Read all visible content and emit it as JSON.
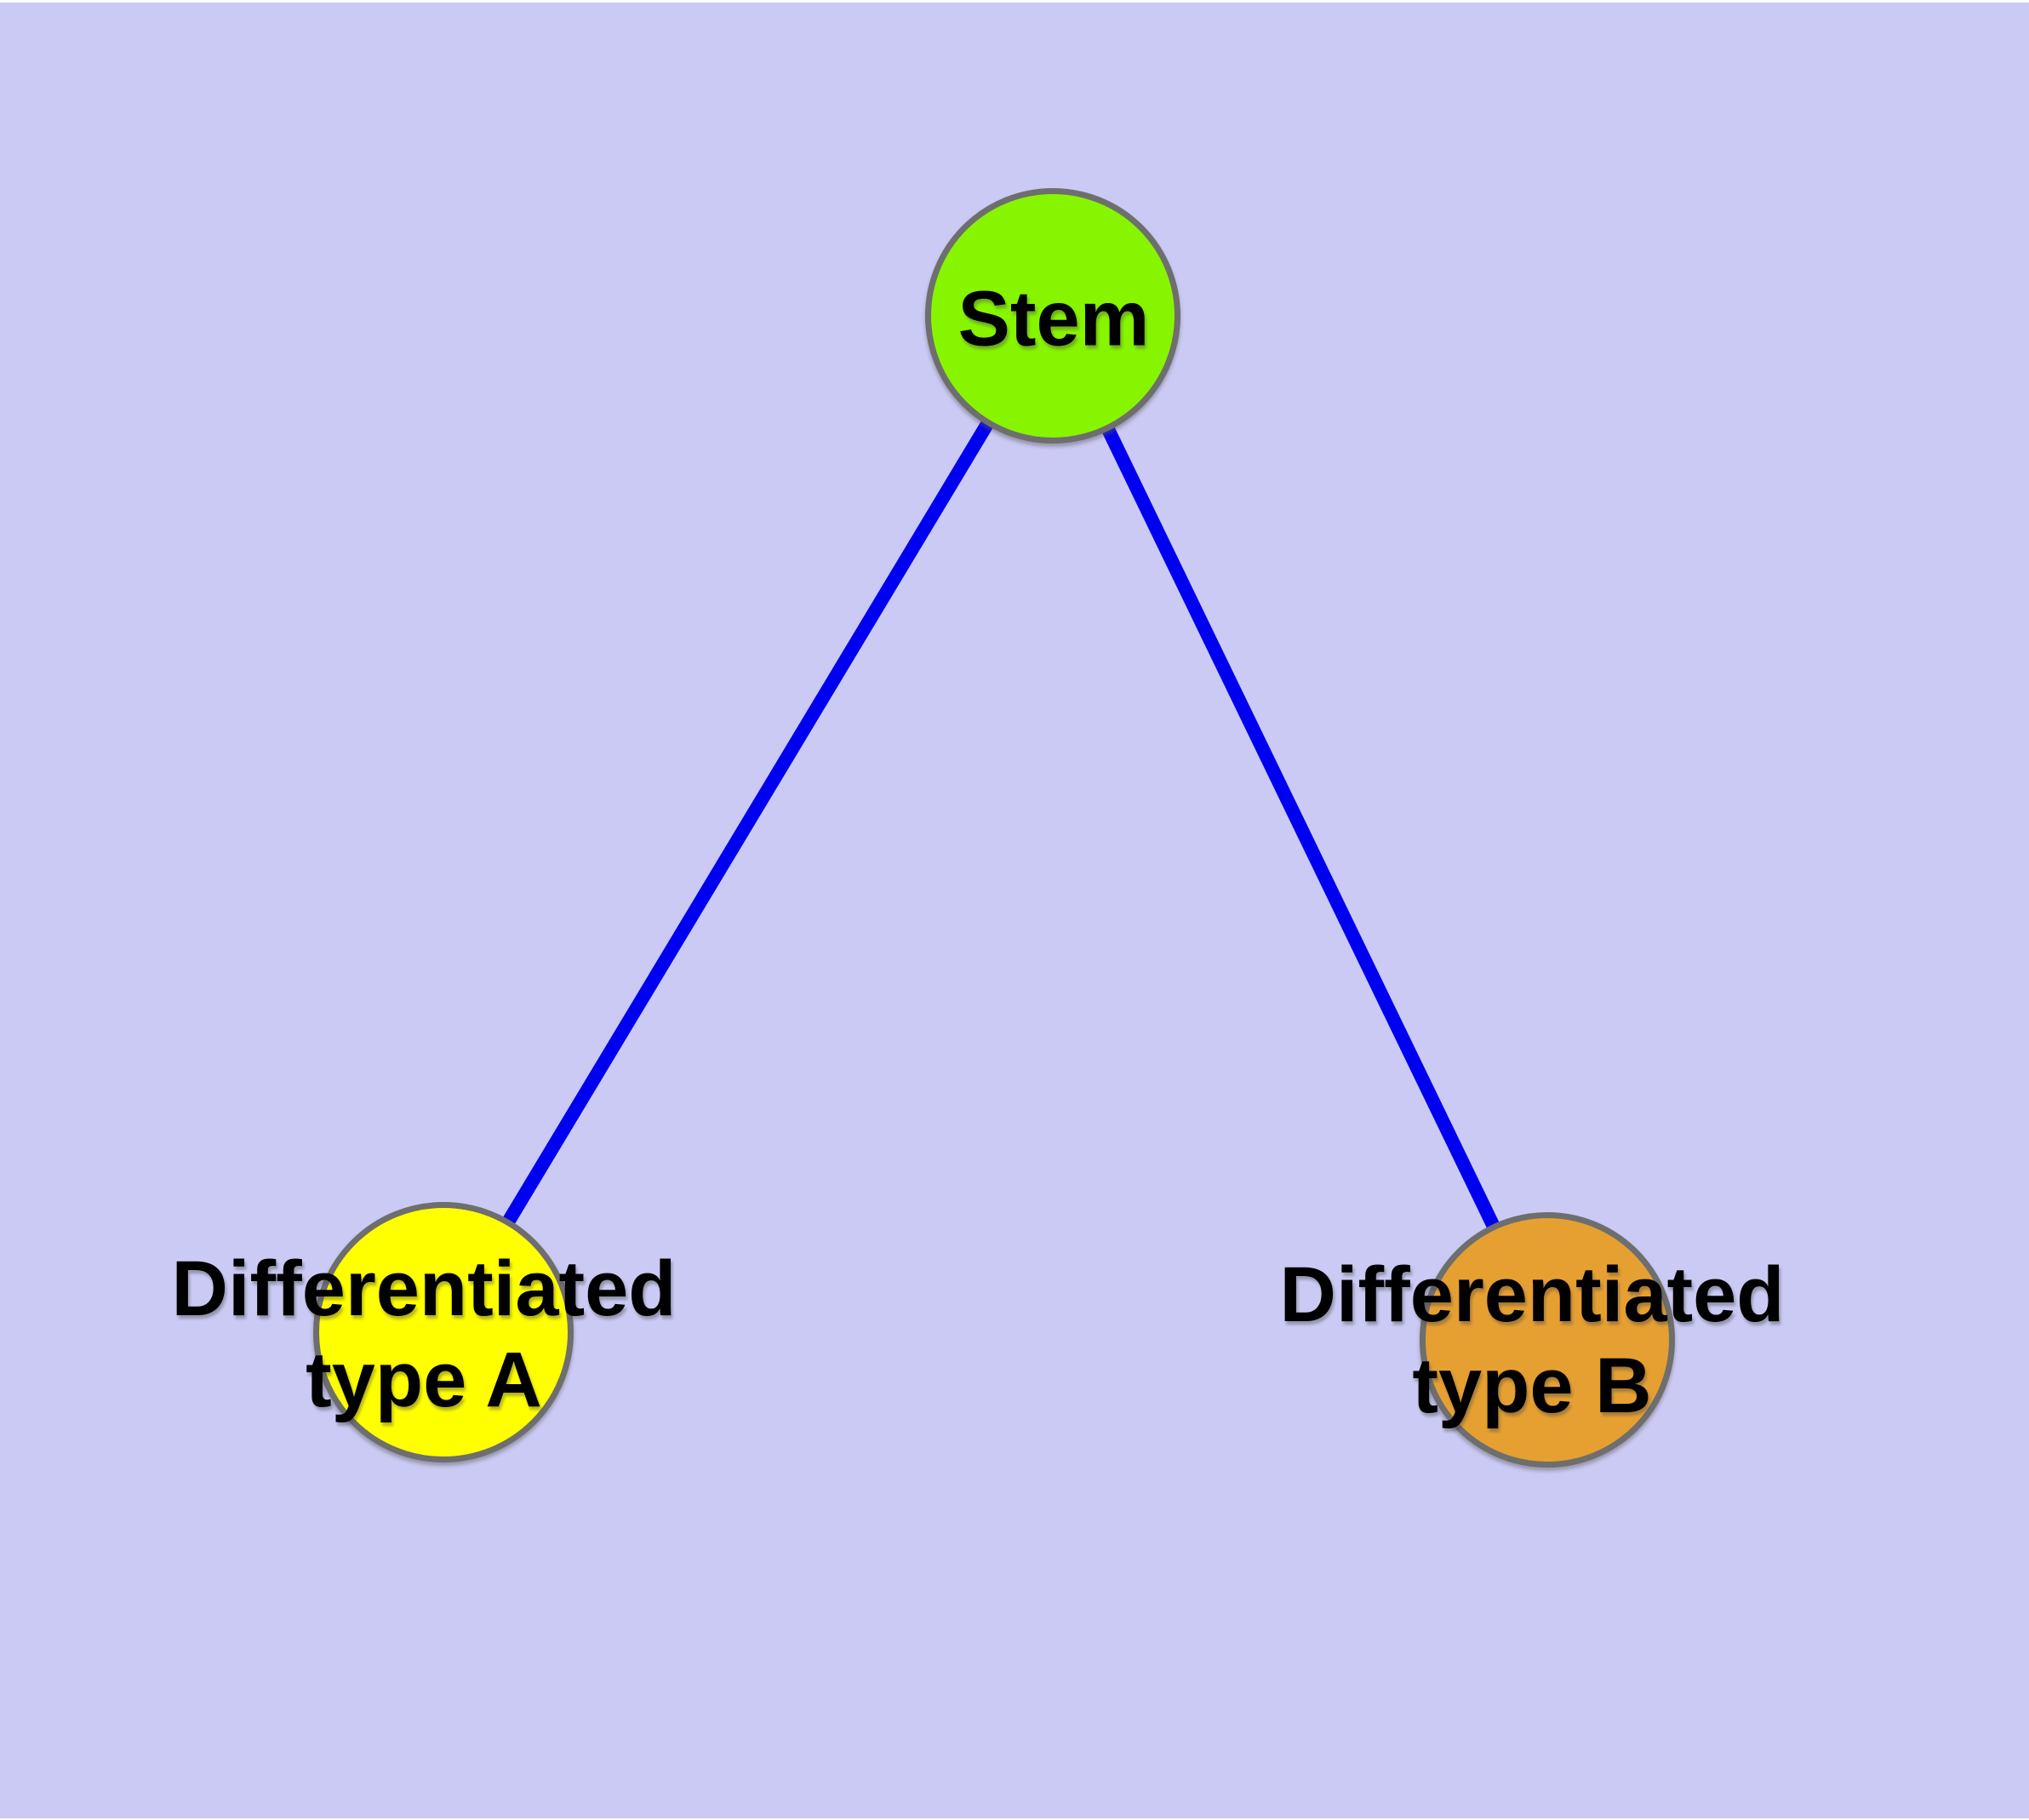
{
  "diagram": {
    "background_color": "#cacaf4",
    "border_strip_color": "#ffffff",
    "edge_color": "#0000f0",
    "node_border_color": "#6e6e6e",
    "label_text_color": "#000000",
    "nodes": [
      {
        "id": "stem",
        "label": "Stem",
        "label_line1": "Stem",
        "label_line2": "",
        "fill": "#87f500"
      },
      {
        "id": "type-a",
        "label": "Differentiated type A",
        "label_line1": "Differentiated",
        "label_line2": "type A",
        "fill": "#ffff00"
      },
      {
        "id": "type-b",
        "label": "Differentiated type B",
        "label_line1": "Differentiated",
        "label_line2": "type B",
        "fill": "#e6a032"
      }
    ],
    "edges": [
      {
        "from": "Stem",
        "to": "Differentiated type A"
      },
      {
        "from": "Stem",
        "to": "Differentiated type B"
      }
    ]
  }
}
